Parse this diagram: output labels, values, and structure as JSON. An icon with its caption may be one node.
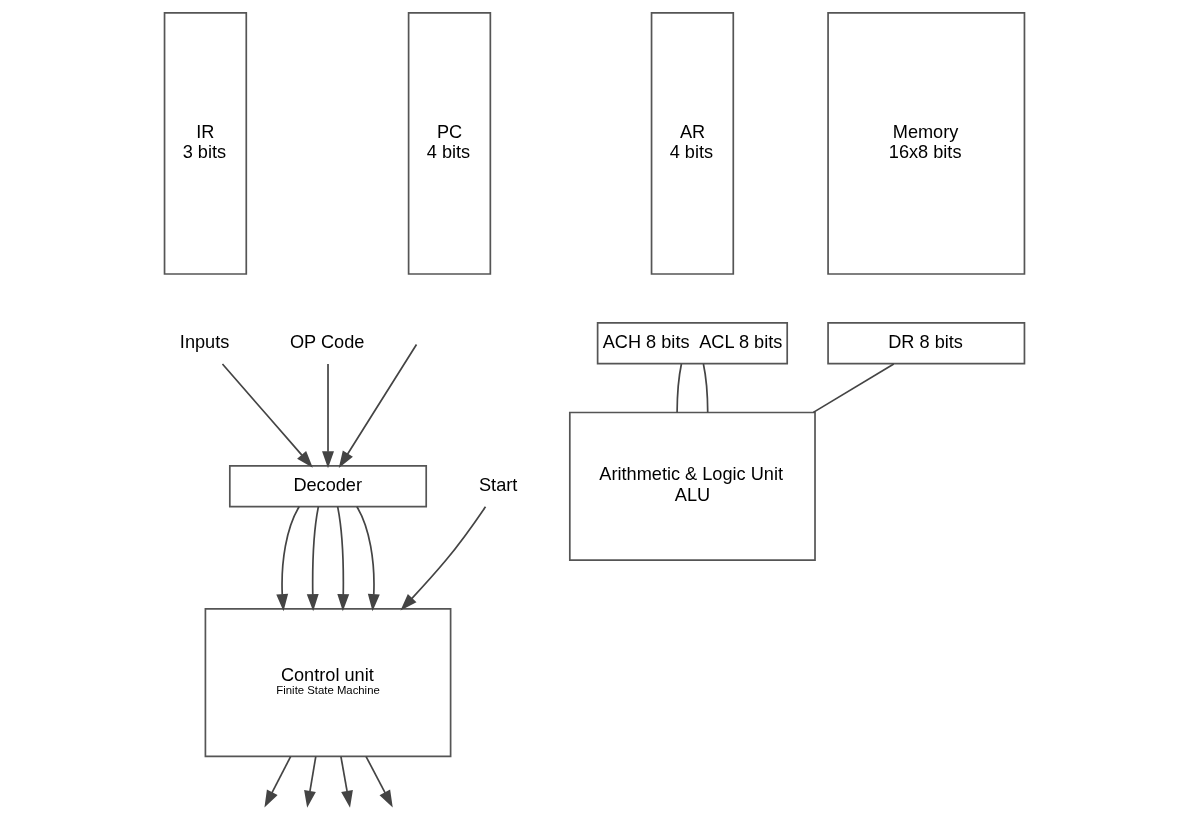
{
  "diagram": {
    "nodes": [
      {
        "text": [
          "IR",
          "3 bits"
        ]
      },
      {
        "text": [
          "PC",
          "4 bits"
        ]
      },
      {
        "text": [
          "AR",
          "4 bits"
        ]
      },
      {
        "text": [
          "Memory",
          "16x8 bits"
        ]
      },
      {
        "text": [
          "Inputs"
        ]
      },
      {
        "text": [
          "OP Code"
        ]
      },
      {
        "text": [
          "Decoder"
        ]
      },
      {
        "text": [
          "Control unit",
          "Finite State Machine"
        ]
      },
      {
        "text": [
          "Start"
        ]
      },
      {
        "text": [
          "ACH 8 bits",
          "ACL 8 bits"
        ]
      },
      {
        "text": [
          "DR 8 bits"
        ]
      },
      {
        "text": [
          "Arithmetic & Logic Unit",
          "ALU"
        ]
      }
    ],
    "edges": [
      {
        "from": 4,
        "to": 6,
        "arrow": "to"
      },
      {
        "from": 5,
        "to": 6,
        "arrow": "to"
      },
      {
        "from": null,
        "to": 6,
        "arrow": "to"
      },
      {
        "from": 6,
        "to": 7,
        "arrow": "to"
      },
      {
        "from": 6,
        "to": 7,
        "arrow": "to"
      },
      {
        "from": 6,
        "to": 7,
        "arrow": "to"
      },
      {
        "from": 6,
        "to": 7,
        "arrow": "to"
      },
      {
        "from": 7,
        "to": null,
        "arrow": "to"
      },
      {
        "from": 7,
        "to": null,
        "arrow": "to"
      },
      {
        "from": 7,
        "to": null,
        "arrow": "to"
      },
      {
        "from": 7,
        "to": null,
        "arrow": "to"
      },
      {
        "from": 8,
        "to": 7,
        "arrow": "to"
      },
      {
        "from": 9,
        "to": 11,
        "arrow": "none"
      },
      {
        "from": 10,
        "to": 11,
        "arrow": "none"
      },
      {
        "from": 11,
        "to": 9,
        "arrow": "none"
      }
    ]
  }
}
